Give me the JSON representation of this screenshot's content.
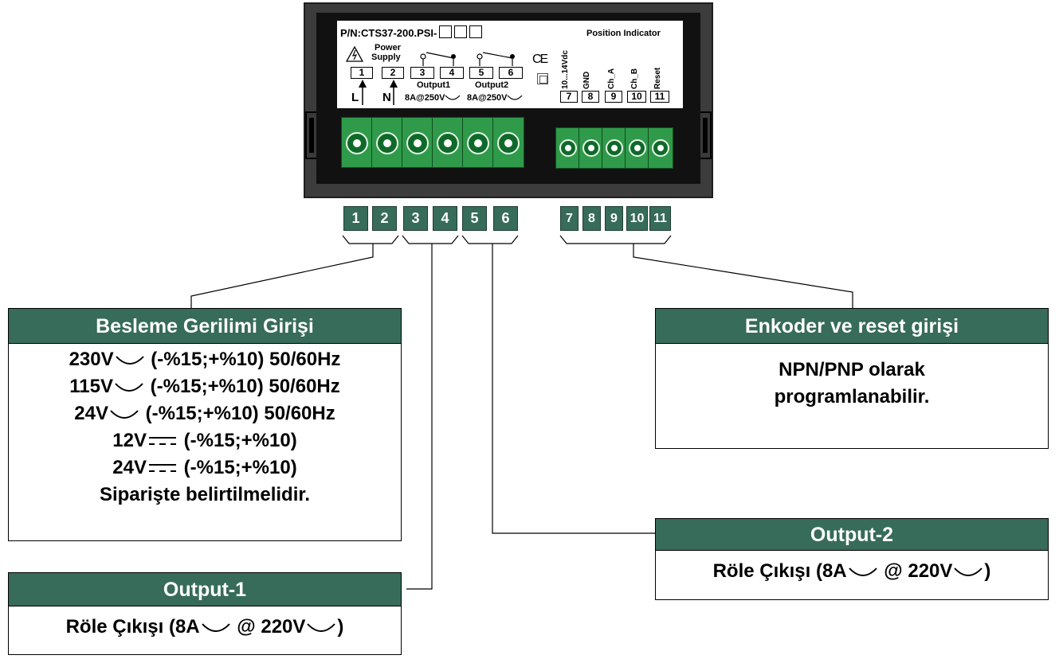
{
  "device": {
    "part_number": "P/N:CTS37-200.PSI-",
    "title": "Position Indicator",
    "power_label_1": "Power",
    "power_label_2": "Supply",
    "terminals_top": [
      "1",
      "2",
      "3",
      "4",
      "5",
      "6"
    ],
    "terminals_right": [
      "7",
      "8",
      "9",
      "10",
      "11"
    ],
    "label_L": "L",
    "label_N": "N",
    "output1": "Output1",
    "output2": "Output2",
    "rating1": "8A@250V",
    "rating2": "8A@250V",
    "ce_mark": "CE",
    "vertical_labels": [
      "10...14Vdc",
      "GND",
      "Ch_A",
      "Ch_B",
      "Reset"
    ]
  },
  "terminal_tiles": [
    "1",
    "2",
    "3",
    "4",
    "5",
    "6",
    "7",
    "8",
    "9",
    "10",
    "11"
  ],
  "supply_box": {
    "title": "Besleme Gerilimi Girişi",
    "lines": [
      {
        "v": "230V",
        "sym": "ac",
        "rest": " (-%15;+%10) 50/60Hz"
      },
      {
        "v": "115V",
        "sym": "ac",
        "rest": " (-%15;+%10) 50/60Hz"
      },
      {
        "v": "24V",
        "sym": "ac",
        "rest": " (-%15;+%10) 50/60Hz"
      },
      {
        "v": "12V",
        "sym": "dc",
        "rest": " (-%15;+%10)"
      },
      {
        "v": "24V",
        "sym": "dc",
        "rest": " (-%15;+%10)"
      }
    ],
    "note": "Siparişte belirtilmelidir."
  },
  "encoder_box": {
    "title": "Enkoder ve reset girişi",
    "line1": "NPN/PNP olarak",
    "line2": "programlanabilir."
  },
  "output1_box": {
    "title": "Output-1",
    "text_a": "Röle Çıkışı (8A",
    "text_b": " @ 220V",
    "text_c": ")"
  },
  "output2_box": {
    "title": "Output-2",
    "text_a": "Röle Çıkışı (8A",
    "text_b": " @ 220V",
    "text_c": ")"
  },
  "colors": {
    "header_green": "#376b5a",
    "connector_green": "#2f9a4a",
    "device_gray": "#3c3c3c"
  }
}
